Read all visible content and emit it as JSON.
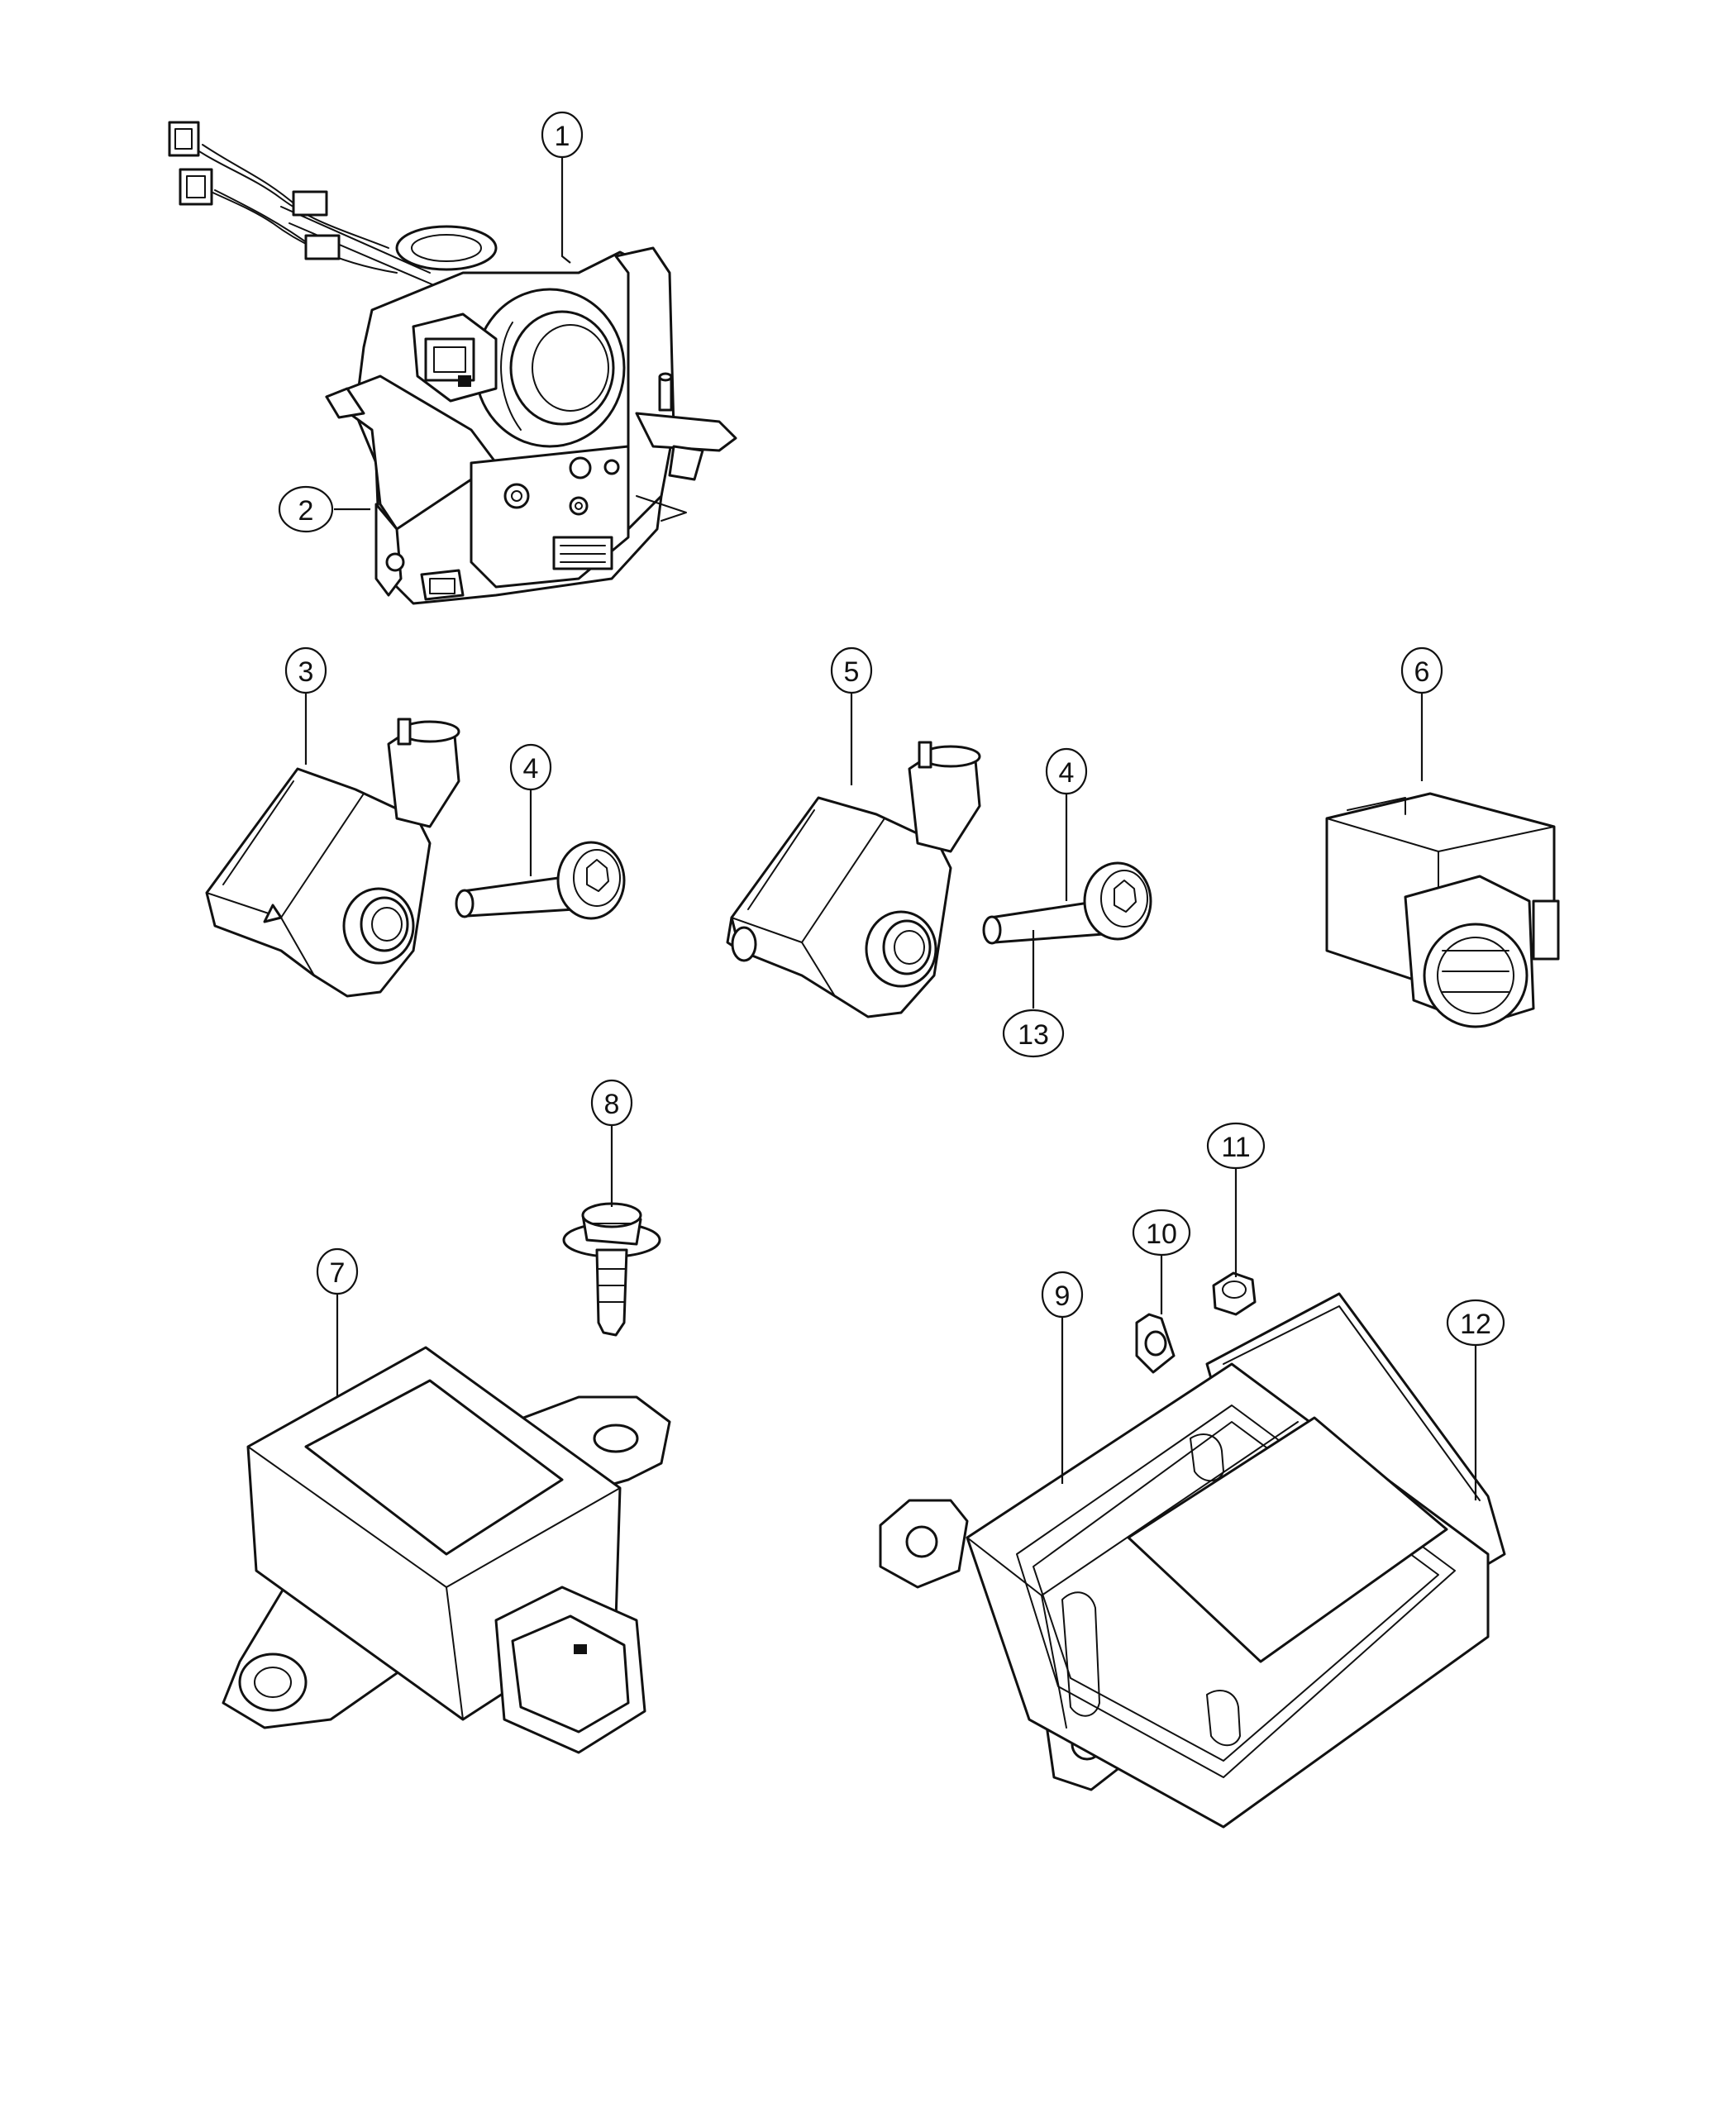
{
  "callouts": [
    {
      "id": "1",
      "label": "1"
    },
    {
      "id": "2",
      "label": "2"
    },
    {
      "id": "3",
      "label": "3"
    },
    {
      "id": "4a",
      "label": "4"
    },
    {
      "id": "5",
      "label": "5"
    },
    {
      "id": "4b",
      "label": "4"
    },
    {
      "id": "6",
      "label": "6"
    },
    {
      "id": "13",
      "label": "13"
    },
    {
      "id": "8",
      "label": "8"
    },
    {
      "id": "7",
      "label": "7"
    },
    {
      "id": "11",
      "label": "11"
    },
    {
      "id": "10",
      "label": "10"
    },
    {
      "id": "9",
      "label": "9"
    },
    {
      "id": "12",
      "label": "12"
    }
  ]
}
